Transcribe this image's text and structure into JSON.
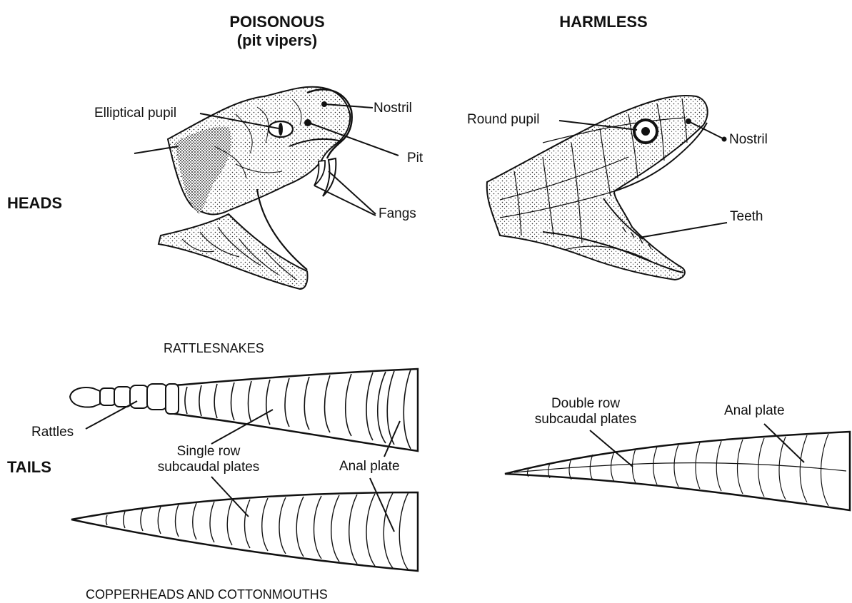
{
  "columns": {
    "poisonous_title": "POISONOUS",
    "poisonous_subtitle": "(pit vipers)",
    "harmless_title": "HARMLESS"
  },
  "rows": {
    "heads": "HEADS",
    "tails": "TAILS"
  },
  "poisonous_head_labels": {
    "pupil": "Elliptical pupil",
    "nostril": "Nostril",
    "pit": "Pit",
    "fangs": "Fangs"
  },
  "harmless_head_labels": {
    "pupil": "Round pupil",
    "nostril": "Nostril",
    "teeth": "Teeth"
  },
  "poisonous_tail_labels": {
    "rattlesnakes": "RATTLESNAKES",
    "rattles": "Rattles",
    "plates_line1": "Single row",
    "plates_line2": "subcaudal plates",
    "anal_plate": "Anal plate",
    "copperheads": "COPPERHEADS AND COTTONMOUTHS"
  },
  "harmless_tail_labels": {
    "plates_line1": "Double row",
    "plates_line2": "subcaudal plates",
    "anal_plate": "Anal plate"
  }
}
